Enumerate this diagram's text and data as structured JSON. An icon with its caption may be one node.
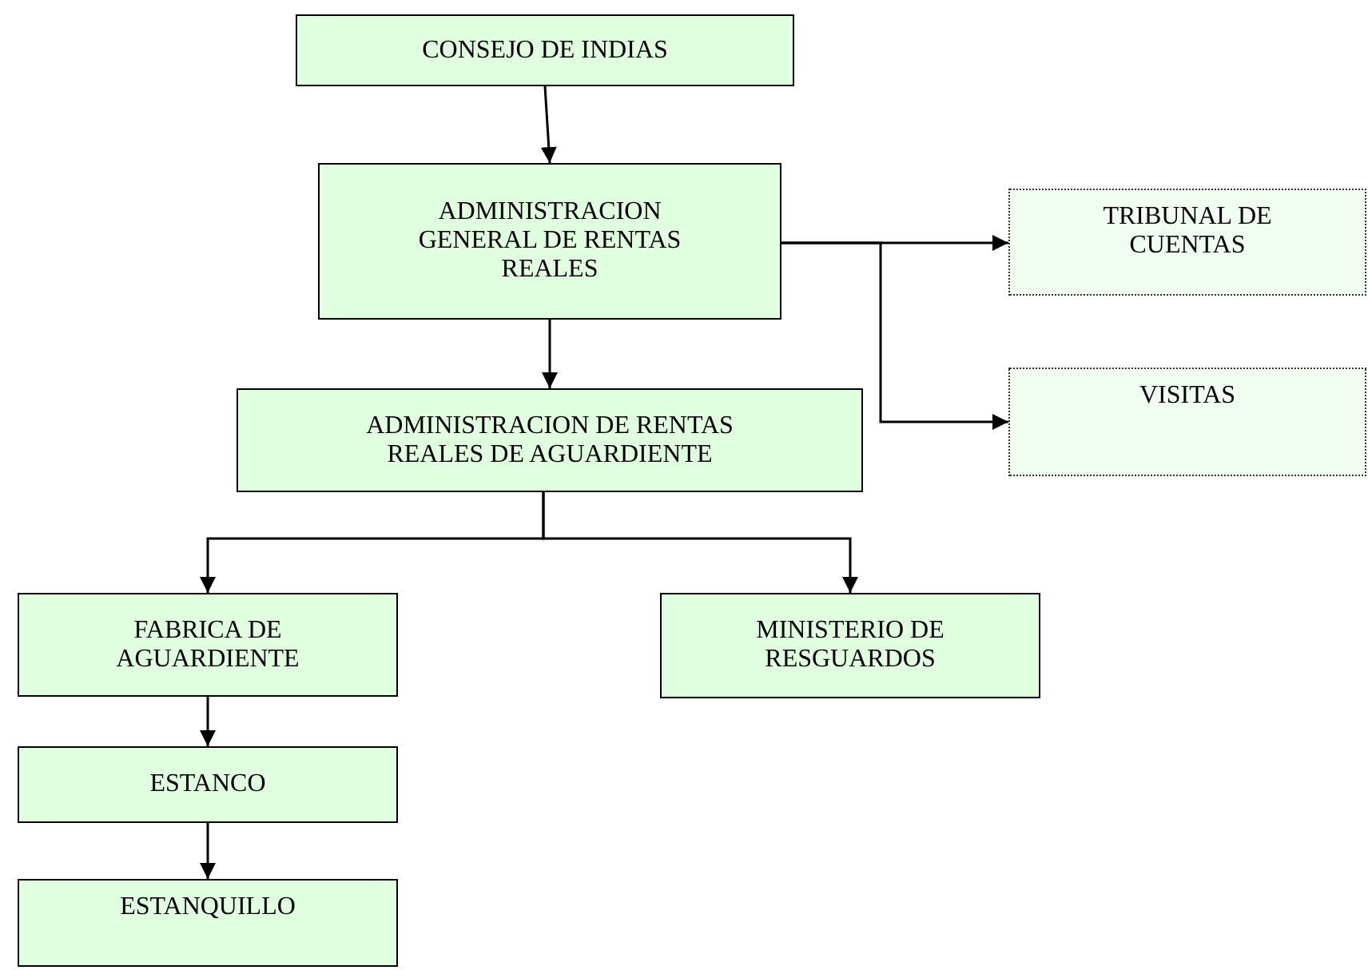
{
  "diagram": {
    "nodes": [
      {
        "text": [
          "CONSEJO DE INDIAS"
        ]
      },
      {
        "text": [
          "ADMINISTRACION GENERAL DE RENTAS REALES"
        ]
      },
      {
        "text": [
          "ADMINISTRACION DE RENTAS REALES DE AGUARDIENTE"
        ]
      },
      {
        "text": [
          "TRIBUNAL DE CUENTAS"
        ]
      },
      {
        "text": [
          "VISITAS"
        ]
      },
      {
        "text": [
          "FABRICA DE AGUARDIENTE"
        ]
      },
      {
        "text": [
          "MINISTERIO DE RESGUARDOS"
        ]
      },
      {
        "text": [
          "ESTANCO"
        ]
      },
      {
        "text": [
          "ESTANQUILLO"
        ]
      }
    ],
    "edges": [
      {
        "from": 0,
        "to": 1,
        "arrow": "to"
      },
      {
        "from": 1,
        "to": 2,
        "arrow": "to"
      },
      {
        "from": 1,
        "to": 3,
        "arrow": "to"
      },
      {
        "from": 1,
        "to": 4,
        "arrow": "to"
      },
      {
        "from": 2,
        "to": 5,
        "arrow": "to"
      },
      {
        "from": 2,
        "to": 6,
        "arrow": "to"
      },
      {
        "from": 5,
        "to": 7,
        "arrow": "to"
      },
      {
        "from": 7,
        "to": 8,
        "arrow": "to"
      }
    ]
  }
}
